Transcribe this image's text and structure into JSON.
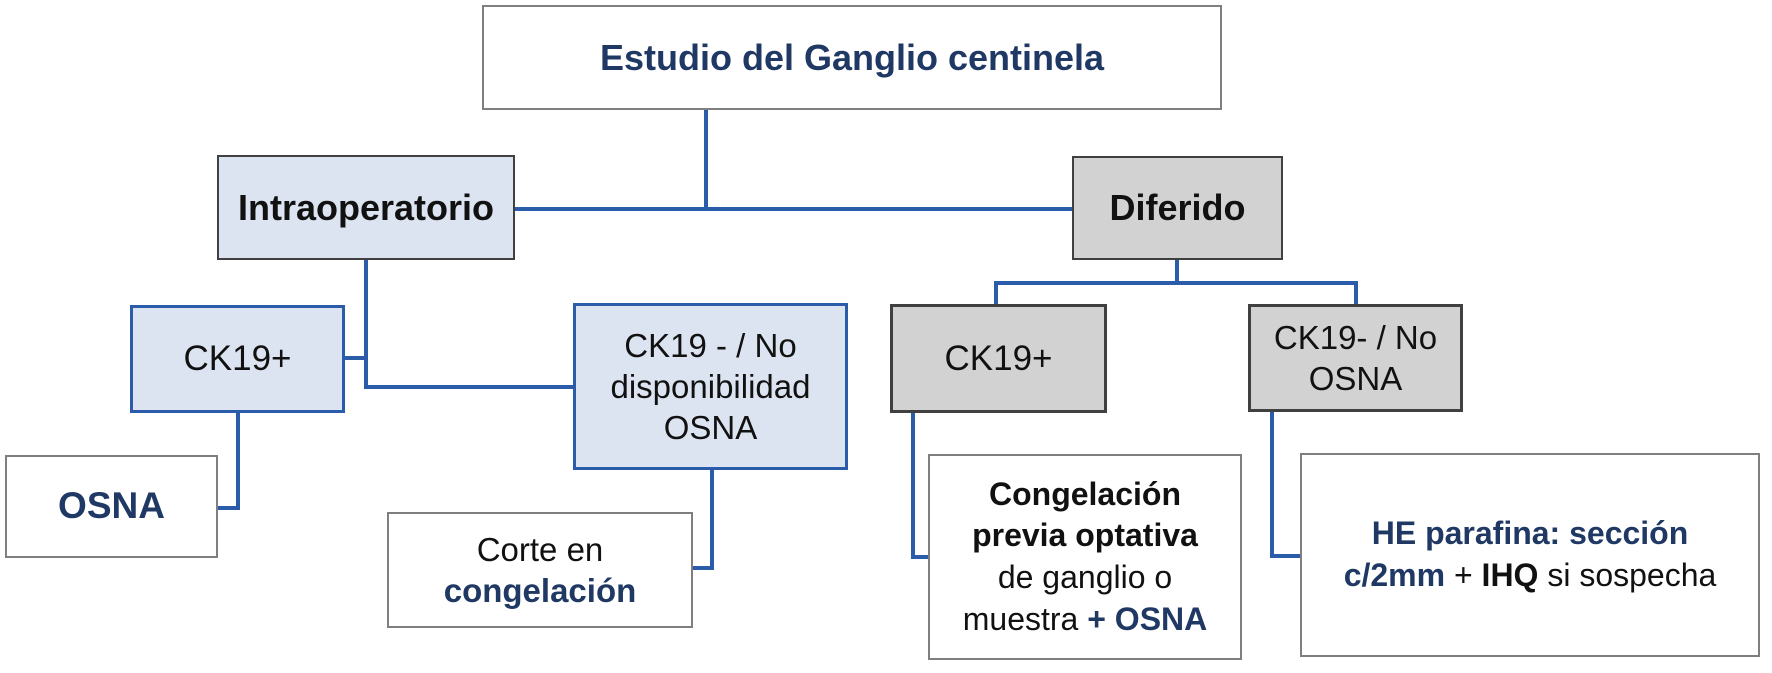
{
  "diagram": {
    "type": "flowchart",
    "language": "es",
    "colors": {
      "navy_text": "#1f3864",
      "connector_blue": "#2a5caa",
      "light_blue_fill": "#dce3f1",
      "gray_fill": "#d2d2d2",
      "white_fill": "#ffffff",
      "black_text": "#111111"
    }
  },
  "nodes": {
    "title": {
      "label": "Estudio del Ganglio centinela"
    },
    "intraoperatorio": {
      "label": "Intraoperatorio"
    },
    "diferido": {
      "label": "Diferido"
    },
    "ck19_pos_intra": {
      "label": "CK19+"
    },
    "ck19_neg_intra": {
      "line1": "CK19 - / No",
      "line2": "disponibilidad",
      "line3": "OSNA"
    },
    "ck19_pos_dif": {
      "label": "CK19+"
    },
    "ck19_neg_dif": {
      "line1": "CK19- / No",
      "line2": "OSNA"
    },
    "osna": {
      "label": "OSNA"
    },
    "corte": {
      "line1": "Corte en",
      "line2": "congelación"
    },
    "congelacion_previa": {
      "line1": "Congelación",
      "line2": "previa optativa",
      "line3": "de ganglio o",
      "line4_text": "muestra",
      "line4_accent": "+ OSNA"
    },
    "he_parafina": {
      "line1": "HE parafina: sección",
      "line2_accent": "c/2mm",
      "line2_plus": "+",
      "line2_bold": "IHQ",
      "line2_rest": "si sospecha"
    }
  }
}
